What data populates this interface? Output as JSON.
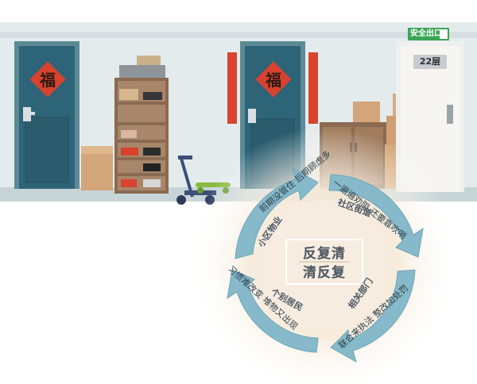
{
  "scene": {
    "exit_sign": "安全出口",
    "room_number": "22层",
    "door_character": "福"
  },
  "cycle": {
    "center_line1": "反复清",
    "center_line2": "清反复",
    "actors": {
      "property": "小区物业",
      "street": "社区街道",
      "departments": "相关部门",
      "residents": "个别居民"
    },
    "arrows": {
      "top_left": "前期没管住 后期顾虑多",
      "top_right": "一遍遍劝阻 还要靠吹哨",
      "bottom_right": "联合来执法 整改加处罚",
      "bottom_left": "习惯难改变 堆物又出现"
    }
  },
  "colors": {
    "wall": "#e3eaec",
    "floor_band": "#c6d3d6",
    "door": "#2f6577",
    "frame": "#5c8c99",
    "arrow": "#7fb3c4",
    "arrow_text": "#2c3e4a",
    "fu_red": "#d8432f"
  }
}
